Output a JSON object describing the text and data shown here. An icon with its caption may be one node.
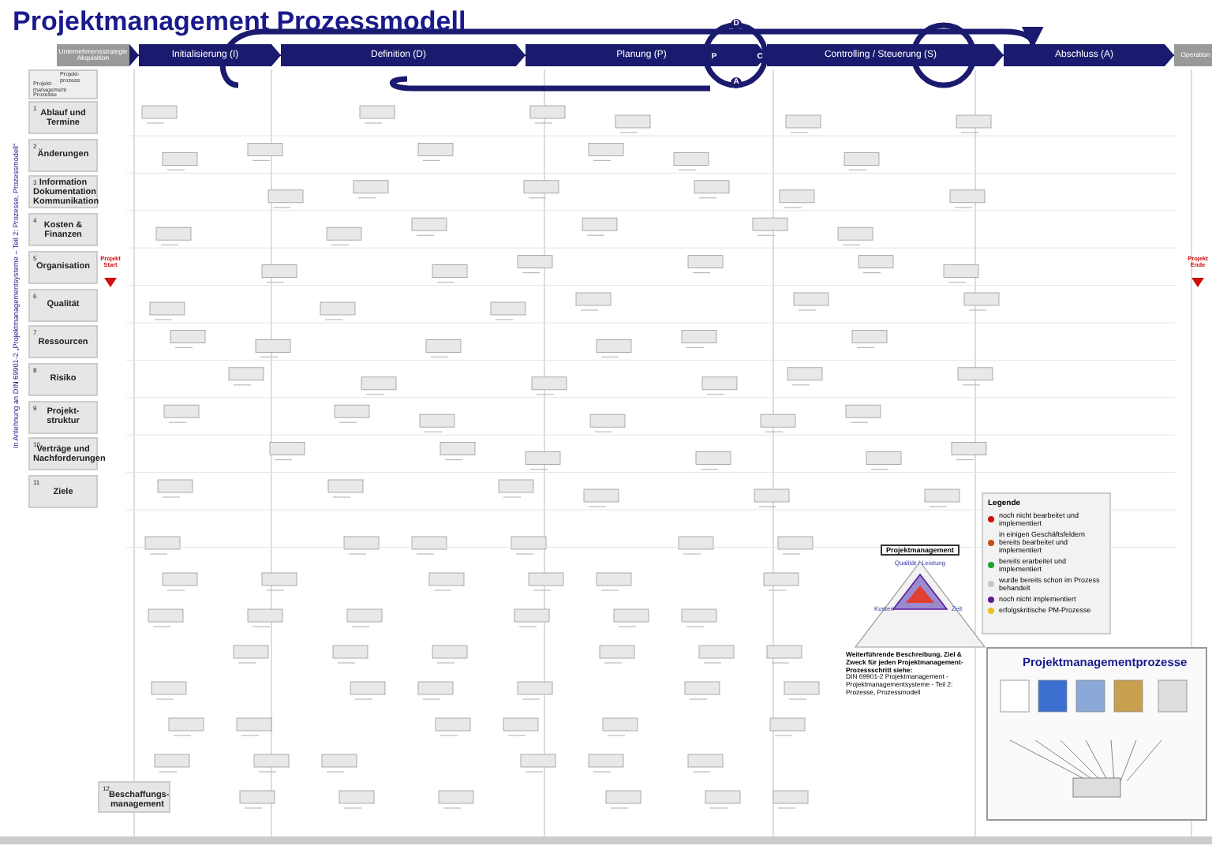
{
  "diagram": {
    "title": "Projektmanagement Prozessmodell",
    "nodes": [
      {
        "text": [
          "Unternehmensstrategie Akquisition"
        ]
      },
      {
        "text": [
          "Initialisierung (I)"
        ]
      },
      {
        "text": [
          "Definition (D)"
        ]
      },
      {
        "text": [
          "Planung (P)"
        ]
      },
      {
        "text": [
          "Controlling / Steuerung (S)"
        ]
      },
      {
        "text": [
          "Abschluss (A)"
        ]
      },
      {
        "text": [
          "Operation"
        ]
      },
      {
        "text": [
          "Projekt-prozess",
          "Projekt-management Prozesse"
        ]
      },
      {
        "text": [
          "1",
          "Ablauf und Termine"
        ]
      },
      {
        "text": [
          "2",
          "Änderungen"
        ]
      },
      {
        "text": [
          "3",
          "Information Dokumentation Kommunikation"
        ]
      },
      {
        "text": [
          "4",
          "Kosten & Finanzen"
        ]
      },
      {
        "text": [
          "5",
          "Organisation"
        ]
      },
      {
        "text": [
          "6",
          "Qualität"
        ]
      },
      {
        "text": [
          "7",
          "Ressourcen"
        ]
      },
      {
        "text": [
          "8",
          "Risiko"
        ]
      },
      {
        "text": [
          "9",
          "Projekt-struktur"
        ]
      },
      {
        "text": [
          "10",
          "Verträge und Nachforderungen"
        ]
      },
      {
        "text": [
          "11",
          "Ziele"
        ]
      },
      {
        "text": [
          "12",
          "Beschaffungs-management"
        ]
      },
      {
        "text": [
          "Projekt Start"
        ]
      },
      {
        "text": [
          "Projekt Ende"
        ]
      },
      {
        "text": [
          "Projektmanagementprozesse"
        ]
      }
    ],
    "edges": [
      {
        "from": 1,
        "to": 5,
        "arrow": "to",
        "style": "thick"
      },
      {
        "from": 0,
        "to": 1,
        "arrow": "to"
      },
      {
        "from": 1,
        "to": 2,
        "arrow": "to"
      },
      {
        "from": 2,
        "to": 3,
        "arrow": "to"
      },
      {
        "from": 3,
        "to": 4,
        "arrow": "to"
      },
      {
        "from": 4,
        "to": 5,
        "arrow": "to"
      },
      {
        "from": 5,
        "to": 6,
        "arrow": "to"
      }
    ],
    "labels": [
      "D",
      "P",
      "C",
      "A",
      "In Anlehnung an DIN 69901-2 „Projektmanagementsysteme – Teil 2: Prozesse, Prozessmodell“",
      "Projektmanagement",
      "Qualität / Leistung",
      "Kosten",
      "Zeit",
      "Weiterführende Beschreibung, Ziel & Zweck für jeden Projektmanagement-Prozessschritt siehe:",
      "DIN 69901-2 Projektmanagement - Projektmanagementsysteme - Teil 2: Prozesse, Prozessmodell",
      "Legende"
    ],
    "legend": [
      {
        "text": "noch nicht bearbeitet und implementiert",
        "color": "#d01010"
      },
      {
        "text": "in einigen Geschäftsfeldern bereits bearbeitet und implementiert",
        "color": "#c05010"
      },
      {
        "text": "bereits erarbeitet und implementiert",
        "color": "#20a030"
      },
      {
        "text": "wurde bereits schon im Prozess behandelt",
        "color": "#c8c8c8"
      },
      {
        "text": "noch nicht implementiert",
        "color": "#5a1a9a"
      },
      {
        "text": "erfolgskritische PM-Prozesse",
        "color": "#e8c020"
      }
    ]
  }
}
